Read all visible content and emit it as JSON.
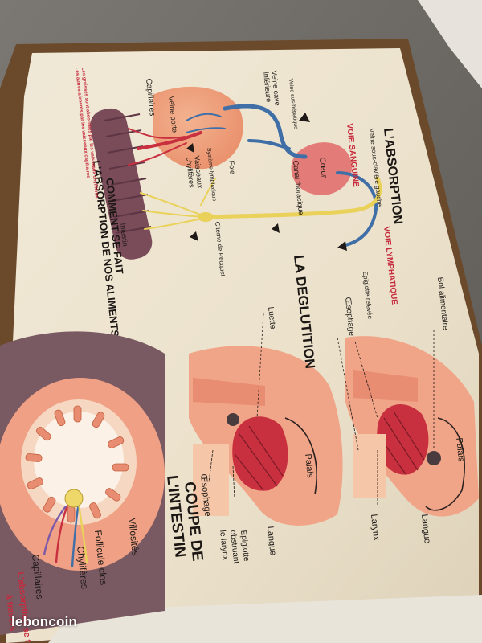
{
  "watermark": "leboncoin",
  "poster": {
    "top": {
      "title": "L'ABSORPTION",
      "voie_sanguine": "VOIE SANGUINE",
      "voie_lymphatique": "VOIE LYMPHATIQUE",
      "labels": {
        "veine_sous_claviere": "Veine sous-clavière gauche",
        "veine_cave": "Veine cave",
        "inferieure": "inférieure",
        "veine_sushepatique": "Veine sus-hépatique",
        "coeur": "Cœur",
        "canal_thoracique": "Canal thoracique",
        "foie": "Foie",
        "veine_porte": "Veine porte",
        "capillaires": "Capillaires",
        "systeme_lymphatique": "Système lymphatique",
        "vaisseaux": "Vaisseaux",
        "chyliferes": "chylifères",
        "citerne": "Citerne de Pecquet",
        "intestin": "Intestin"
      },
      "heading_line1": "COMMENT SE FAIT",
      "heading_line2": "L'ABSORPTION DE NOS ALIMENTS :",
      "red_note_line1": "Les graisses sont absorbées par les vaisseaux chylifères",
      "red_note_line2": "Les autres aliments par les vaisseaux capillaires"
    },
    "deglutition": {
      "title": "LA DEGLUTITION",
      "bol_alimentaire": "Bol alimentaire",
      "epiglotte_relevee": "Epiglotte relevée",
      "oesophage_top": "Œsophage",
      "luette": "Luette",
      "palais_right": "Palais",
      "langue_right": "Langue",
      "larynx": "Larynx",
      "palais_left": "Palais",
      "langue_left": "Langue",
      "oesophage_left": "Œsophage",
      "epiglotte_line1": "Epiglotte",
      "epiglotte_line2": "obstruant",
      "epiglotte_line3": "le larynx"
    },
    "intestin": {
      "title_line1": "COUPE DE",
      "title_line2": "L'INTESTIN",
      "villosites": "Villosités",
      "follicule": "Follicule clos",
      "chyliferes": "Chylifères",
      "capillaires": "Capillaires",
      "red_bottom_line1": "L'absorption se fait",
      "red_bottom_line2": "à travers"
    }
  },
  "colors": {
    "paper": "#efe6d3",
    "frame": "#6b4a2b",
    "blood_red": "#c9303f",
    "vein_blue": "#3f6fa6",
    "lymph_yellow": "#e9d15a",
    "intestine_purple": "#7a5a62"
  }
}
